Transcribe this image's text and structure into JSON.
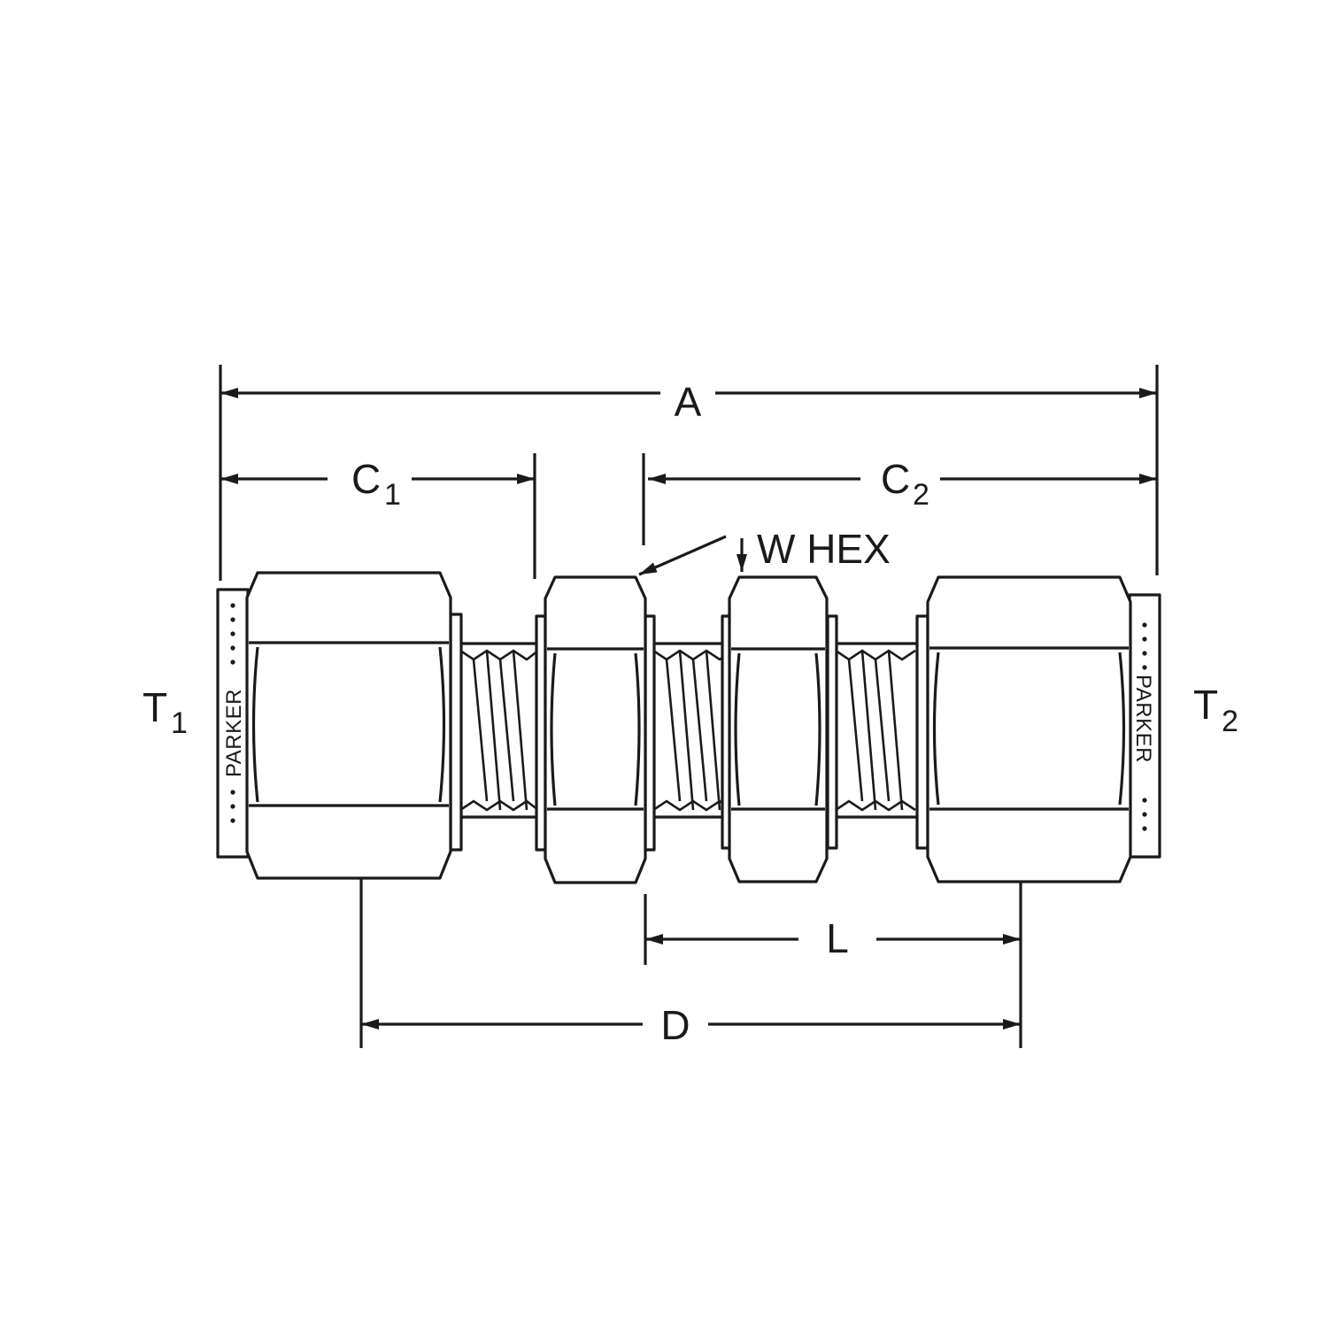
{
  "labels": {
    "a": "A",
    "c": "C",
    "c1_sub": "1",
    "c2_sub": "2",
    "t": "T",
    "t1_sub": "1",
    "t2_sub": "2",
    "w_hex": "W HEX",
    "l": "L",
    "d": "D",
    "brand": "PARKER"
  },
  "colors": {
    "ink": "#1a1a1a",
    "paper": "#ffffff"
  }
}
